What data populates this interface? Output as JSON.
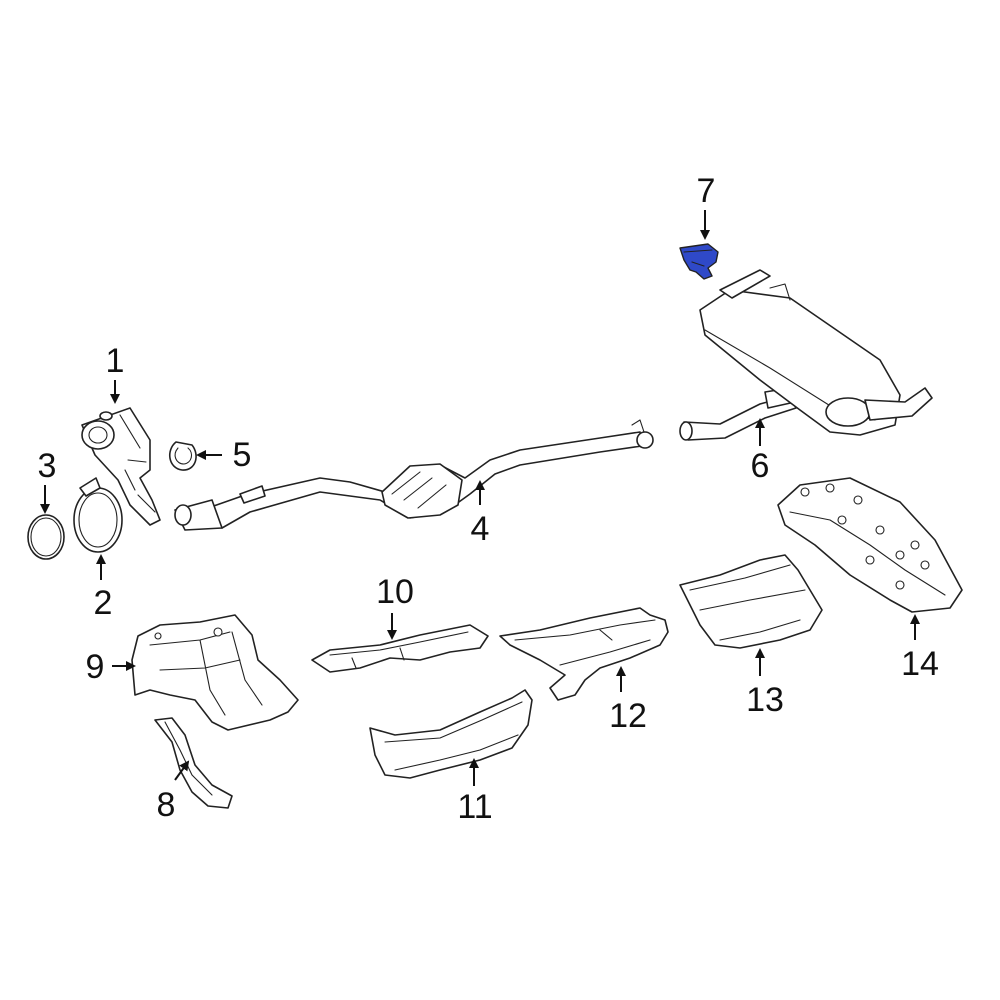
{
  "diagram": {
    "highlight_color": "#2f49c8",
    "line_color": "#222222",
    "background": "#ffffff",
    "callouts": [
      {
        "id": "1",
        "label": "1"
      },
      {
        "id": "2",
        "label": "2"
      },
      {
        "id": "3",
        "label": "3"
      },
      {
        "id": "4",
        "label": "4"
      },
      {
        "id": "5",
        "label": "5"
      },
      {
        "id": "6",
        "label": "6"
      },
      {
        "id": "7",
        "label": "7"
      },
      {
        "id": "8",
        "label": "8"
      },
      {
        "id": "9",
        "label": "9"
      },
      {
        "id": "10",
        "label": "10"
      },
      {
        "id": "11",
        "label": "11"
      },
      {
        "id": "12",
        "label": "12"
      },
      {
        "id": "13",
        "label": "13"
      },
      {
        "id": "14",
        "label": "14"
      }
    ]
  }
}
